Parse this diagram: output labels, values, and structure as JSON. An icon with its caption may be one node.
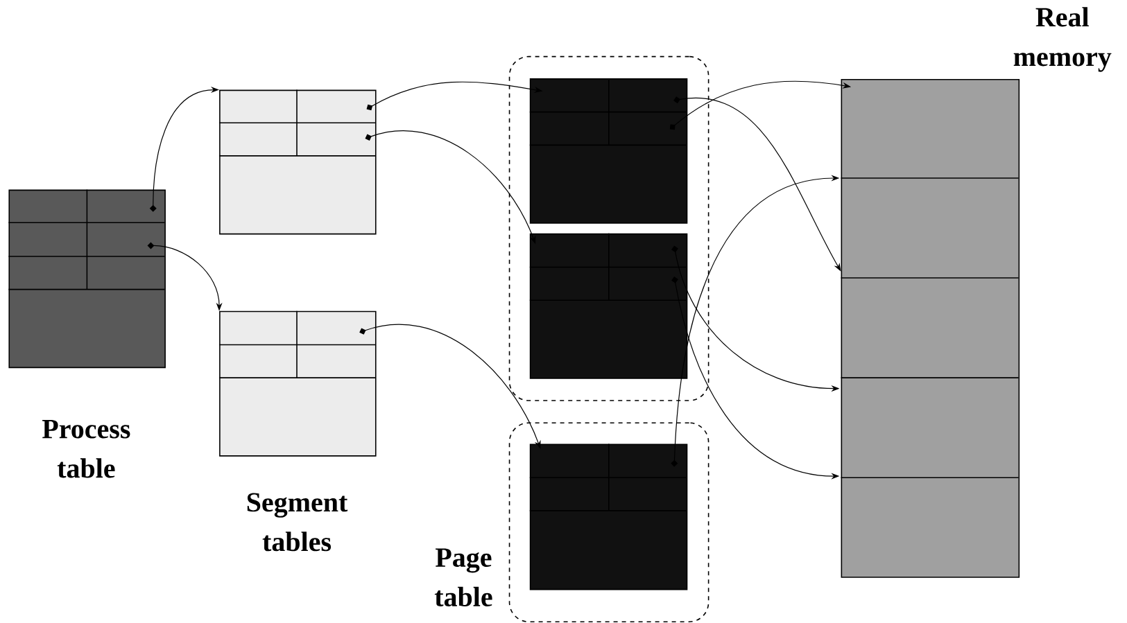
{
  "diagram": {
    "nodes": [
      {
        "text": [],
        "shape": "box",
        "beside": [
          "Process table"
        ]
      },
      {
        "text": [],
        "shape": "box"
      },
      {
        "text": [],
        "shape": "box"
      },
      {
        "text": [],
        "shape": "box"
      },
      {
        "text": [],
        "shape": "box",
        "in": 3
      },
      {
        "text": [],
        "shape": "box",
        "in": 3
      },
      {
        "text": [],
        "shape": "box"
      },
      {
        "text": [],
        "shape": "box",
        "in": 6
      },
      {
        "text": [],
        "shape": "box",
        "beside": [
          "Real memory"
        ]
      }
    ],
    "edges": [
      {
        "from": 0,
        "to": 1,
        "arrow": "to"
      },
      {
        "from": 0,
        "to": 2,
        "arrow": "to"
      },
      {
        "from": 1,
        "to": 4,
        "arrow": "to"
      },
      {
        "from": 1,
        "to": 5,
        "arrow": "to"
      },
      {
        "from": 2,
        "to": 7,
        "arrow": "to"
      },
      {
        "from": 4,
        "to": 8,
        "arrow": "to"
      },
      {
        "from": 4,
        "to": 8,
        "arrow": "to"
      },
      {
        "from": 5,
        "to": 8,
        "arrow": "to"
      },
      {
        "from": 5,
        "to": 8,
        "arrow": "to"
      },
      {
        "from": 7,
        "to": 8,
        "arrow": "to"
      }
    ],
    "labels": [
      "Segment tables",
      "Page table"
    ]
  }
}
